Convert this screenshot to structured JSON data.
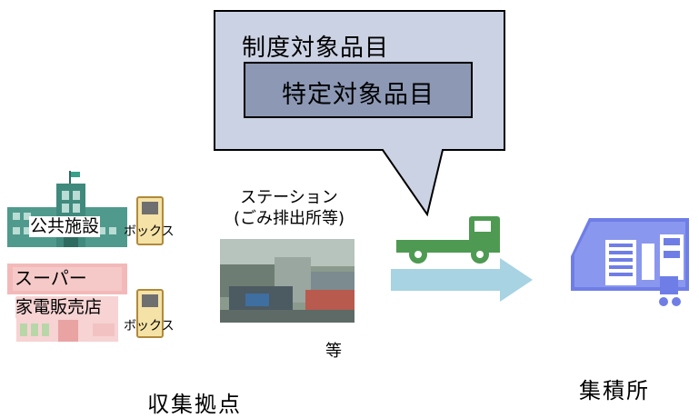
{
  "callout": {
    "outer_label": "制度対象品目",
    "inner_label": "特定対象品目"
  },
  "sources": {
    "public_facility": "公共施設",
    "supermarket": "スーパー",
    "electronics_store": "家電販売店",
    "box_1": "ボックス",
    "box_2": "ボックス",
    "station_line1": "ステーション",
    "station_line2": "(ごみ排出所等)",
    "etc": "等"
  },
  "footer": {
    "collection_points": "収集拠点",
    "collection_yard": "集積所"
  },
  "colors": {
    "callout_fill": "#cbd2e3",
    "inner_fill": "#8c98b4",
    "truck": "#4e9a52",
    "arrow": "#a7d3e3",
    "warehouse": "#6f7ee6",
    "building_public": "#3f8a7d",
    "building_store": "#f3b9b9"
  }
}
